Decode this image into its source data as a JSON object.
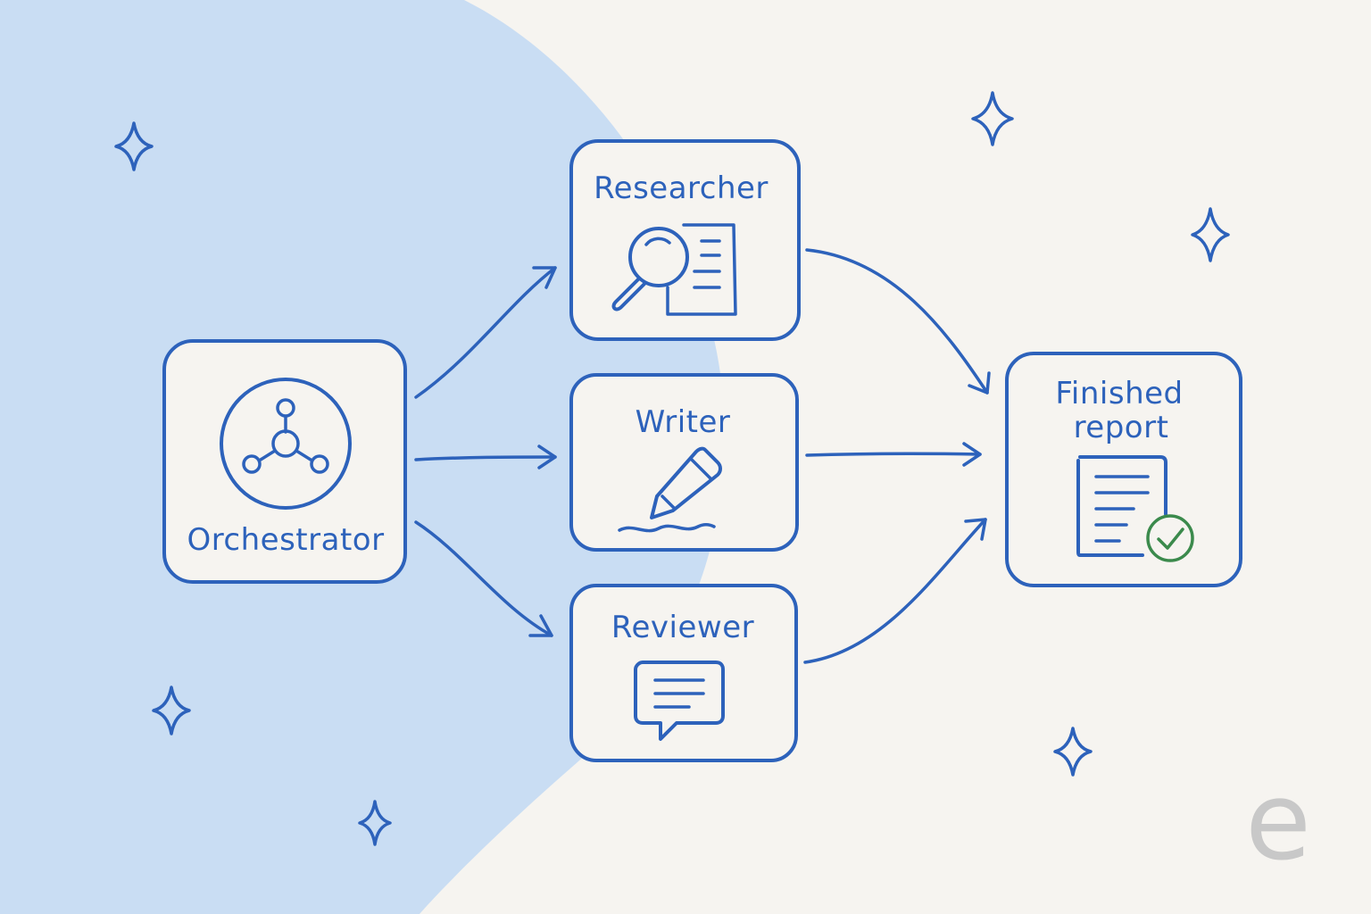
{
  "nodes": {
    "orchestrator": {
      "label": "Orchestrator",
      "icon": "network-hub-icon"
    },
    "researcher": {
      "label": "Researcher",
      "icon": "magnifier-document-icon"
    },
    "writer": {
      "label": "Writer",
      "icon": "pencil-icon"
    },
    "reviewer": {
      "label": "Reviewer",
      "icon": "speech-bubble-icon"
    },
    "report": {
      "label_line1": "Finished",
      "label_line2": "report",
      "icon": "document-check-icon"
    }
  },
  "edges": [
    {
      "from": "orchestrator",
      "to": "researcher"
    },
    {
      "from": "orchestrator",
      "to": "writer"
    },
    {
      "from": "orchestrator",
      "to": "reviewer"
    },
    {
      "from": "researcher",
      "to": "report"
    },
    {
      "from": "writer",
      "to": "report"
    },
    {
      "from": "reviewer",
      "to": "report"
    }
  ],
  "colors": {
    "background": "#f6f4f0",
    "blob": "#c9ddf3",
    "accent": "#2d62bb",
    "check": "#3b8a4c",
    "watermark": "#c8c8c8"
  },
  "watermark": "e"
}
